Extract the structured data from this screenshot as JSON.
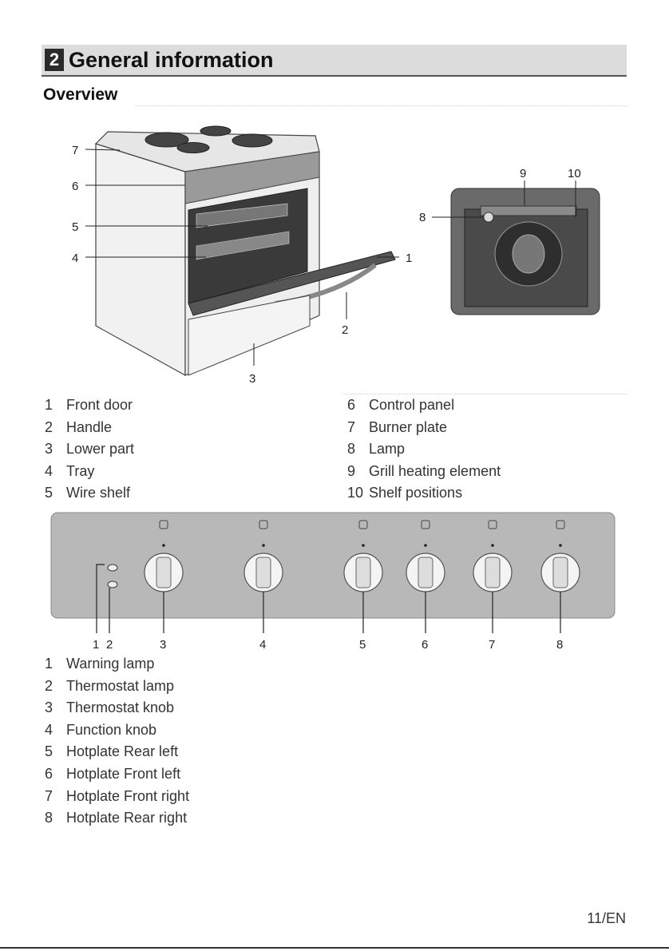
{
  "section": {
    "number": "2",
    "title": "General information"
  },
  "subheading": "Overview",
  "oven_callouts": {
    "c1": "1",
    "c2": "2",
    "c3": "3",
    "c4": "4",
    "c5": "5",
    "c6": "6",
    "c7": "7",
    "c8": "8",
    "c9": "9",
    "c10": "10"
  },
  "panel_callouts": {
    "c1": "1",
    "c2": "2",
    "c3": "3",
    "c4": "4",
    "c5": "5",
    "c6": "6",
    "c7": "7",
    "c8": "8"
  },
  "oven_parts_left": [
    {
      "num": "1",
      "label": "Front door"
    },
    {
      "num": "2",
      "label": "Handle"
    },
    {
      "num": "3",
      "label": "Lower part"
    },
    {
      "num": "4",
      "label": "Tray"
    },
    {
      "num": "5",
      "label": "Wire shelf"
    }
  ],
  "oven_parts_right": [
    {
      "num": "6",
      "label": "Control panel"
    },
    {
      "num": "7",
      "label": "Burner plate"
    },
    {
      "num": "8",
      "label": "Lamp"
    },
    {
      "num": "9",
      "label": "Grill heating element"
    },
    {
      "num": "10",
      "label": "Shelf positions"
    }
  ],
  "panel_parts": [
    {
      "num": "1",
      "label": "Warning lamp"
    },
    {
      "num": "2",
      "label": "Thermostat lamp"
    },
    {
      "num": "3",
      "label": "Thermostat knob"
    },
    {
      "num": "4",
      "label": "Function knob"
    },
    {
      "num": "5",
      "label": "Hotplate Rear left"
    },
    {
      "num": "6",
      "label": "Hotplate Front left"
    },
    {
      "num": "7",
      "label": "Hotplate Front right"
    },
    {
      "num": "8",
      "label": "Hotplate Rear right"
    }
  ],
  "page_number": "11/EN"
}
